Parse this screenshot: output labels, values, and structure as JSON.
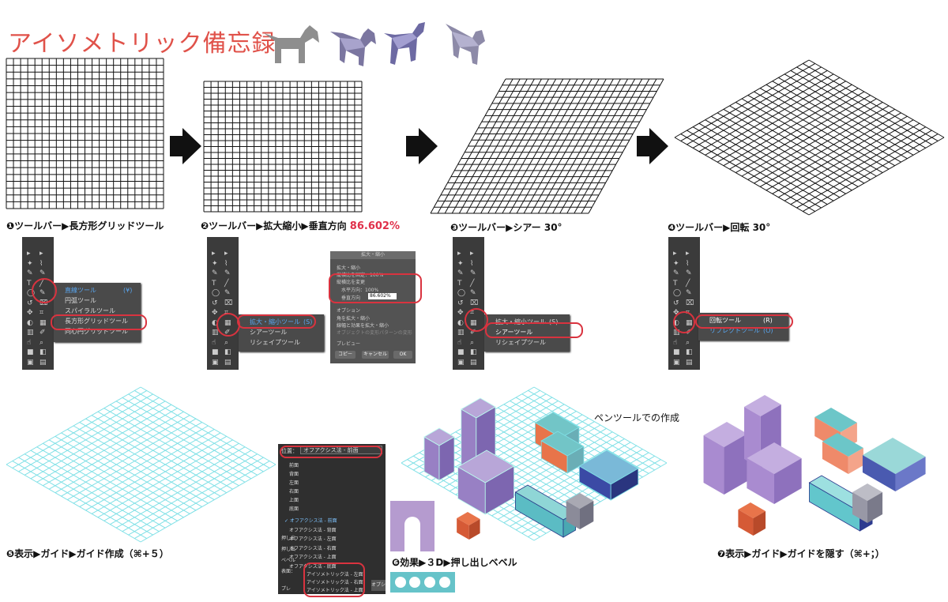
{
  "title": "アイソメトリック備忘録",
  "steps": {
    "s1": "❶ツールバー▶長方形グリッドツール",
    "s2_prefix": "❷ツールバー▶拡大縮小▶垂直方向 ",
    "s2_value": "86.602%",
    "s3": "❸ツールバー▶シアー 30°",
    "s4": "❹ツールバー▶回転 30°",
    "s5": "❺表示▶ガイド▶ガイド作成（⌘+５）",
    "s6": "❻効果▶３D▶押し出しベベル",
    "s7": "❼表示▶ガイド▶ガイドを隠す（⌘+；）"
  },
  "pen_label": "ペンツールでの作成",
  "flyout1": [
    "直線ツール",
    "(¥)",
    "円弧ツール",
    "スパイラルツール",
    "長方形グリッドツール",
    "同心円グリッドツール"
  ],
  "flyout2": [
    "拡大・縮小ツール",
    "(S)",
    "シアーツール",
    "リシェイプツール"
  ],
  "flyout3": [
    "拡大・縮小ツール",
    "(S)",
    "シアーツール",
    "リシェイプツール"
  ],
  "flyout4": [
    "回転ツール",
    "(R)",
    "リフレクトツール",
    "(O)"
  ],
  "scale_dialog": {
    "title": "拡大・縮小",
    "l1": "拡大・縮小",
    "l2": "縦横比を固定：100%",
    "l3": "縦横比を変更",
    "l4": "水平方向：100%",
    "l5": "垂直方向",
    "value": "86.602%",
    "l6": "オプション",
    "l7": "角を拡大・縮小",
    "l8": "線幅と効果を拡大・縮小",
    "l9": "オブジェクトの変形",
    "l10": "パターンの変形",
    "l11": "プレビュー",
    "copy": "コピー",
    "cancel": "キャンセル",
    "ok": "OK"
  },
  "menu3d": {
    "position_label": "位置：",
    "position_value": "オフアクシス法 - 前面",
    "items": [
      "前面",
      "背面",
      "左面",
      "右面",
      "上面",
      "底面",
      "オフアクシス法 - 前面",
      "オフアクシス法 - 背面",
      "オフアクシス法 - 左面",
      "オフアクシス法 - 右面",
      "オフアクシス法 - 上面",
      "オフアクシス法 - 底面",
      "アイソメトリック法 - 左面",
      "アイソメトリック法 - 右面",
      "アイソメトリック法 - 上面"
    ],
    "side_labels": [
      "押し出",
      "押し出",
      "ベベル",
      "表面：",
      "プレ"
    ],
    "bottom_right": "オプシ"
  },
  "colors": {
    "title": "#e0524a",
    "guide": "#7fe0e6",
    "purple": "#9f86c4",
    "coral": "#e8744a",
    "teal": "#6cc6c8",
    "navy": "#2f3b8f",
    "red": "#d9333f",
    "gray_dog": "#8e8e8e"
  }
}
